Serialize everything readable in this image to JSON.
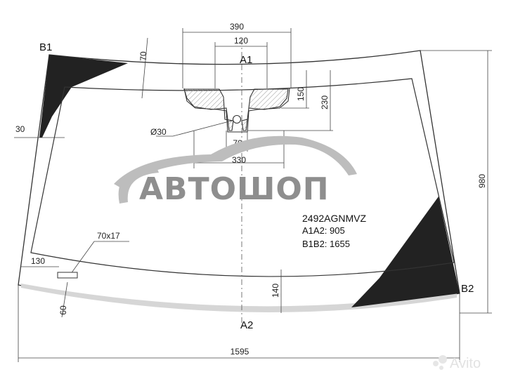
{
  "part_code": "2492AGNMVZ",
  "specs": {
    "a1a2": "A1A2: 905",
    "b1b2": "B1B2: 1655"
  },
  "points": {
    "a1": "A1",
    "a2": "A2",
    "b1": "B1",
    "b2": "B2"
  },
  "dimensions": {
    "top_width": "390",
    "bracket_width": "120",
    "top_border": "70",
    "bracket_h1": "150",
    "bracket_h2": "230",
    "hole_dia": "Ø30",
    "side_border": "30",
    "lower_70": "70",
    "lower_330": "330",
    "height_total": "980",
    "vin_window": "70x17",
    "bottom_130": "130",
    "bottom_60": "60",
    "bottom_140": "140",
    "total_width": "1595"
  },
  "brand": "АВТОШОП",
  "watermark": "Avito",
  "colors": {
    "frit": "#222222",
    "line": "#333333",
    "accent": "#c8c8c8"
  }
}
